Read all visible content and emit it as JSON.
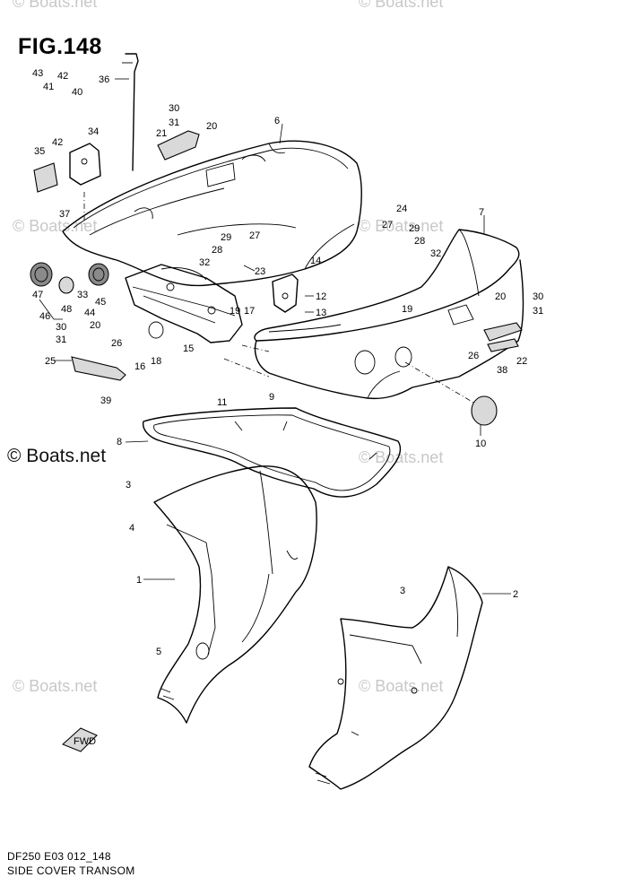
{
  "figure": {
    "title": "FIG.148",
    "code": "DF250 E03 012_148",
    "caption": "SIDE COVER TRANSOM"
  },
  "watermarks": [
    "© Boats.net",
    "© Boats.net",
    "© Boats.net",
    "© Boats.net",
    "© Boats.net",
    "© Boats.net",
    "© Boats.net",
    "© Boats.net"
  ],
  "watermark_main": "© Boats.net",
  "fwd_label": "FWD",
  "callouts": [
    {
      "id": "c43",
      "label": "43"
    },
    {
      "id": "c42a",
      "label": "42"
    },
    {
      "id": "c41",
      "label": "41"
    },
    {
      "id": "c40",
      "label": "40"
    },
    {
      "id": "c36",
      "label": "36"
    },
    {
      "id": "c42b",
      "label": "42"
    },
    {
      "id": "c34",
      "label": "34"
    },
    {
      "id": "c35",
      "label": "35"
    },
    {
      "id": "c37",
      "label": "37"
    },
    {
      "id": "c30a",
      "label": "30"
    },
    {
      "id": "c31a",
      "label": "31"
    },
    {
      "id": "c21",
      "label": "21"
    },
    {
      "id": "c20a",
      "label": "20"
    },
    {
      "id": "c6",
      "label": "6"
    },
    {
      "id": "c7",
      "label": "7"
    },
    {
      "id": "c24",
      "label": "24"
    },
    {
      "id": "c27a",
      "label": "27"
    },
    {
      "id": "c29a",
      "label": "29"
    },
    {
      "id": "c28a",
      "label": "28"
    },
    {
      "id": "c32a",
      "label": "32"
    },
    {
      "id": "c29b",
      "label": "29"
    },
    {
      "id": "c27b",
      "label": "27"
    },
    {
      "id": "c28b",
      "label": "28"
    },
    {
      "id": "c32b",
      "label": "32"
    },
    {
      "id": "c23",
      "label": "23"
    },
    {
      "id": "c14",
      "label": "14"
    },
    {
      "id": "c12",
      "label": "12"
    },
    {
      "id": "c13",
      "label": "13"
    },
    {
      "id": "c47",
      "label": "47"
    },
    {
      "id": "c48",
      "label": "48"
    },
    {
      "id": "c33",
      "label": "33"
    },
    {
      "id": "c45",
      "label": "45"
    },
    {
      "id": "c44",
      "label": "44"
    },
    {
      "id": "c46",
      "label": "46"
    },
    {
      "id": "c19a",
      "label": "19"
    },
    {
      "id": "c17",
      "label": "17"
    },
    {
      "id": "c19b",
      "label": "19"
    },
    {
      "id": "c30b",
      "label": "30"
    },
    {
      "id": "c31b",
      "label": "31"
    },
    {
      "id": "c20b",
      "label": "20"
    },
    {
      "id": "c30c",
      "label": "30"
    },
    {
      "id": "c31c",
      "label": "31"
    },
    {
      "id": "c20c",
      "label": "20"
    },
    {
      "id": "c26a",
      "label": "26"
    },
    {
      "id": "c25",
      "label": "25"
    },
    {
      "id": "c16",
      "label": "16"
    },
    {
      "id": "c18",
      "label": "18"
    },
    {
      "id": "c15",
      "label": "15"
    },
    {
      "id": "c26b",
      "label": "26"
    },
    {
      "id": "c38",
      "label": "38"
    },
    {
      "id": "c22",
      "label": "22"
    },
    {
      "id": "c39",
      "label": "39"
    },
    {
      "id": "c11",
      "label": "11"
    },
    {
      "id": "c9",
      "label": "9"
    },
    {
      "id": "c10",
      "label": "10"
    },
    {
      "id": "c8",
      "label": "8"
    },
    {
      "id": "c3a",
      "label": "3"
    },
    {
      "id": "c4",
      "label": "4"
    },
    {
      "id": "c1",
      "label": "1"
    },
    {
      "id": "c3b",
      "label": "3"
    },
    {
      "id": "c2",
      "label": "2"
    },
    {
      "id": "c5",
      "label": "5"
    }
  ]
}
